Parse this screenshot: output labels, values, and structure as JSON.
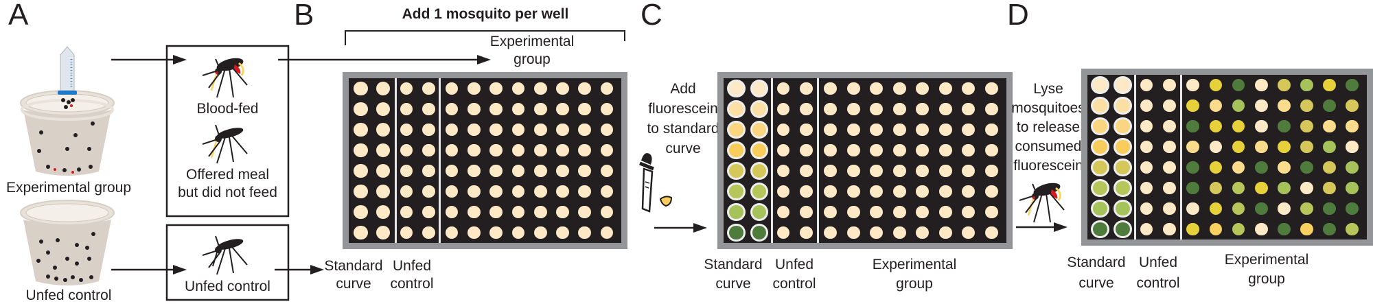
{
  "panels": {
    "A": {
      "letter": "A",
      "cup_top_label": "Experimental group",
      "cup_bottom_label": "Unfed control"
    },
    "B": {
      "letter": "B",
      "header": "Add 1 mosquito per well",
      "bracket_label_line1": "Experimental",
      "bracket_label_line2": "group",
      "box_top_label1": "Blood-fed",
      "box_top_label2_line1": "Offered meal",
      "box_top_label2_line2": "but did not feed",
      "box_bottom_label": "Unfed control",
      "col_label_std_1": "Standard",
      "col_label_std_2": "curve",
      "col_label_unfed_1": "Unfed",
      "col_label_unfed_2": "control"
    },
    "C": {
      "letter": "C",
      "step_line1": "Add",
      "step_line2": "fluorescein",
      "step_line3": "to standard",
      "step_line4": "curve",
      "col_label_std_1": "Standard",
      "col_label_std_2": "curve",
      "col_label_unfed_1": "Unfed",
      "col_label_unfed_2": "control",
      "col_label_exp_1": "Experimental",
      "col_label_exp_2": "group"
    },
    "D": {
      "letter": "D",
      "step_line1": "Lyse",
      "step_line2": "mosquitoes",
      "step_line3": "to release",
      "step_line4": "consumed",
      "step_line5": "fluorescein",
      "col_label_std_1": "Standard",
      "col_label_std_2": "curve",
      "col_label_unfed_1": "Unfed",
      "col_label_unfed_2": "control",
      "col_label_exp_1": "Experimental",
      "col_label_exp_2": "group"
    }
  },
  "colors": {
    "palette": [
      "#fde9c6",
      "#fbdc8d",
      "#f9d160",
      "#d6c75a",
      "#e6d13a",
      "#b6c65a",
      "#a5c35a",
      "#4f7c3d"
    ],
    "plate_frame": "#939598",
    "plate_bg": "#231f20",
    "standard_ring": "#eeeeee",
    "standard_curve": [
      "#fde9c6",
      "#fcdfa5",
      "#fbd680",
      "#f9cd5c",
      "#d6c75a",
      "#b6c65a",
      "#a5c35a",
      "#4f7c3d"
    ]
  },
  "plates": {
    "rows": 8,
    "cols": 12,
    "standard_cols": 2,
    "unfed_cols": 2,
    "D_experimental_colors": [
      [
        0,
        4,
        7,
        0,
        3,
        6,
        4,
        7
      ],
      [
        4,
        1,
        6,
        0,
        1,
        3,
        7,
        3
      ],
      [
        7,
        4,
        4,
        0,
        7,
        3,
        1,
        1
      ],
      [
        1,
        0,
        4,
        1,
        4,
        3,
        6,
        0
      ],
      [
        7,
        4,
        1,
        7,
        1,
        7,
        3,
        6
      ],
      [
        7,
        3,
        5,
        4,
        6,
        0,
        3,
        6
      ],
      [
        0,
        4,
        5,
        7,
        0,
        5,
        7,
        7
      ],
      [
        4,
        2,
        5,
        0,
        7,
        2,
        7,
        5
      ]
    ]
  }
}
